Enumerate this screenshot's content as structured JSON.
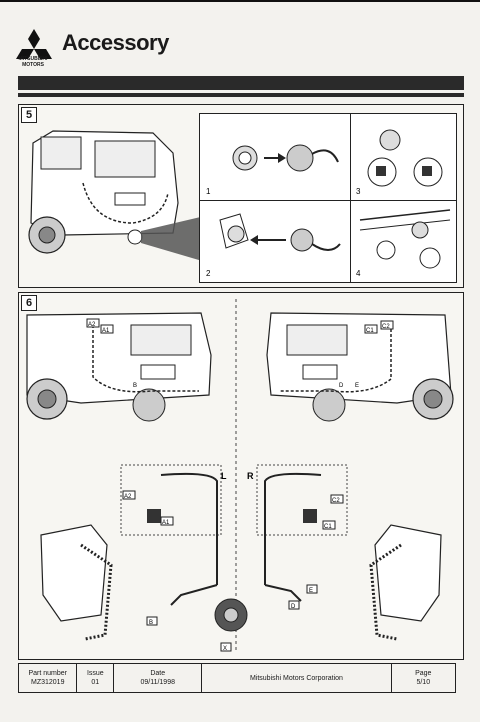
{
  "header": {
    "brand": "MITSUBISHI MOTORS",
    "title": "Accessory"
  },
  "step5": {
    "number": "5",
    "sub_labels": [
      "1",
      "2",
      "3",
      "4"
    ]
  },
  "step6": {
    "number": "6",
    "callouts": {
      "a1": "A1",
      "a2": "A2",
      "b": "B",
      "c1": "C1",
      "c2": "C2",
      "d": "D",
      "e": "E",
      "x": "X",
      "l": "L",
      "r": "R"
    }
  },
  "footer": {
    "part_label": "Part number",
    "part_value": "MZ312019",
    "issue_label": "Issue",
    "issue_value": "01",
    "date_label": "Date",
    "date_value": "09/11/1998",
    "company": "Mitsubishi Motors Corporation",
    "page_label": "Page",
    "page_value": "5/10"
  }
}
